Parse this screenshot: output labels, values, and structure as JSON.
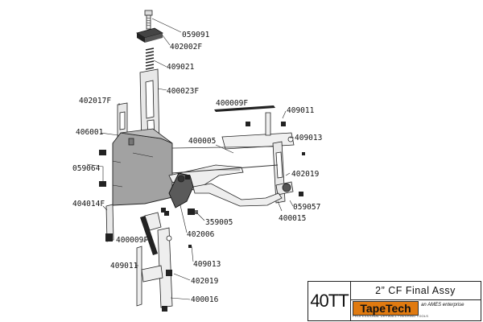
{
  "parts": [
    "059091",
    "402002F",
    "409021",
    "400023F",
    "402017F",
    "406001",
    "059064",
    "404014F",
    "400009F",
    "409011",
    "409013",
    "400005",
    "402019",
    "059057",
    "400015",
    "359005",
    "402006",
    "409011",
    "409013",
    "402019",
    "400016",
    "400009F"
  ],
  "title_block": {
    "model": "40TT",
    "title": "2” CF Final Assy",
    "brand": "TapeTech",
    "brand_tagline": "PROFESSIONAL DRYWALL FINISHING TOOLS",
    "brand_tail": "an AMES enterprise"
  }
}
